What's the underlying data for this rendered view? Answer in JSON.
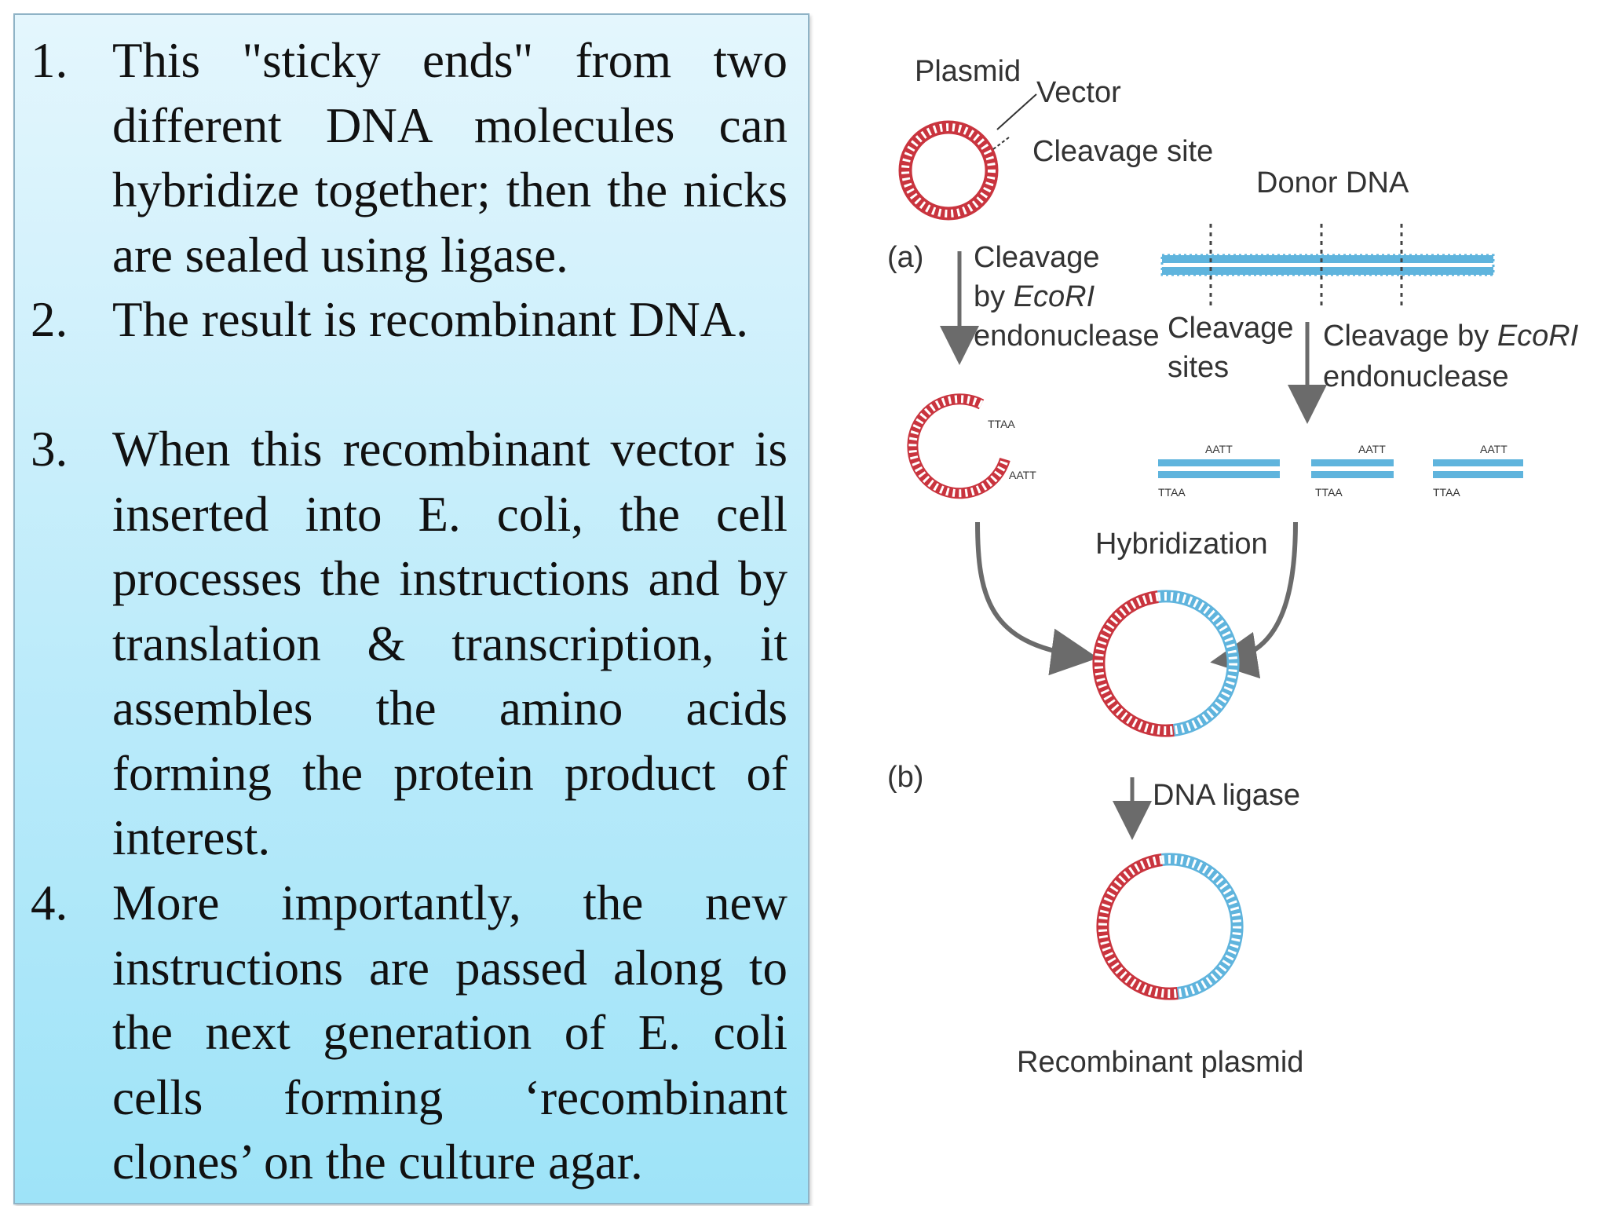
{
  "items": [
    {
      "number": "1.",
      "text": "This \"sticky ends\" from two different DNA molecules can hybridize together; then the nicks are sealed using ligase."
    },
    {
      "number": "2.",
      "text": "The result is recombinant DNA."
    },
    {
      "number": "3.",
      "text": "When this recombinant vector is inserted into E. coli, the cell processes the instructions and by translation & transcription, it assembles the amino acids forming the protein product of interest."
    },
    {
      "number": "4.",
      "text": "More importantly, the new instructions are passed along to the next generation of E. coli cells forming ‘recombinant clones’ on the culture agar."
    }
  ],
  "diagram": {
    "labels": {
      "plasmid": "Plasmid",
      "vector": "Vector",
      "cleavage_site": "Cleavage site",
      "donor_dna": "Donor DNA",
      "panel_a": "(a)",
      "cleavage_1": "Cleavage",
      "by_ecori_prefix": "by ",
      "ecori": "EcoRI",
      "endonuclease_1": "endonuclease",
      "cleavage_sites_1": "Cleavage",
      "cleavage_sites_2": "sites",
      "cleavage_by_prefix": "Cleavage by ",
      "endonuclease_2": "endonuclease",
      "aatt": "AATT",
      "ttaa": "TTAA",
      "hybridization": "Hybridization",
      "panel_b": "(b)",
      "dna_ligase": "DNA ligase",
      "recombinant_plasmid": "Recombinant plasmid"
    },
    "colors": {
      "plasmid": "#c9343e",
      "donor": "#5fb4dd",
      "arrow": "#6b6b6b"
    }
  }
}
